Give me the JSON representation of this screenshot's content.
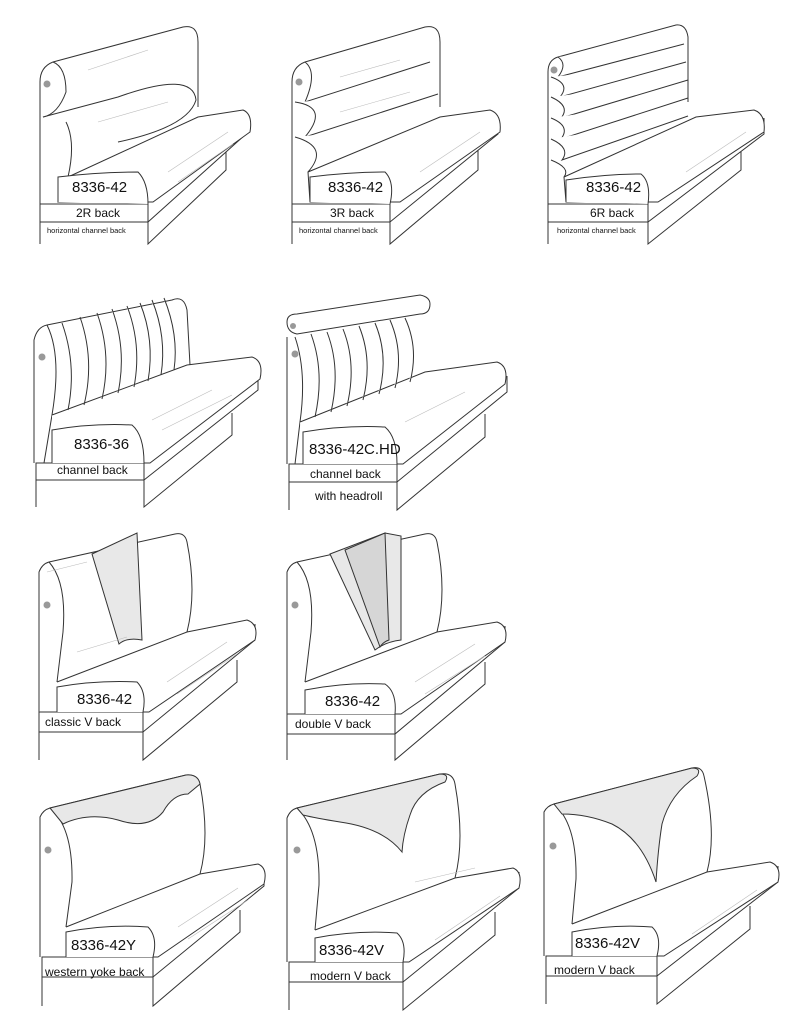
{
  "colors": {
    "line": "#333333",
    "fill": "#ffffff",
    "accent_light": "#e8e8e8",
    "accent_dark": "#d6d6d6",
    "logo": "#888888"
  },
  "booths": [
    {
      "model": "8336-42",
      "style": "2R back",
      "sub": "horizontal channel back"
    },
    {
      "model": "8336-42",
      "style": "3R back",
      "sub": "horizontal channel back"
    },
    {
      "model": "8336-42",
      "style": "6R back",
      "sub": "horizontal channel back"
    },
    {
      "model": "8336-36",
      "style": "channel back"
    },
    {
      "model": "8336-42C.HD",
      "style": "channel back",
      "sub": "with headroll"
    },
    {
      "model": "8336-42",
      "style": "classic V back"
    },
    {
      "model": "8336-42",
      "style": "double V back"
    },
    {
      "model": "8336-42Y",
      "style": "western yoke back"
    },
    {
      "model": "8336-42V",
      "style": "modern V back"
    },
    {
      "model": "8336-42V",
      "style": "modern V back"
    }
  ]
}
